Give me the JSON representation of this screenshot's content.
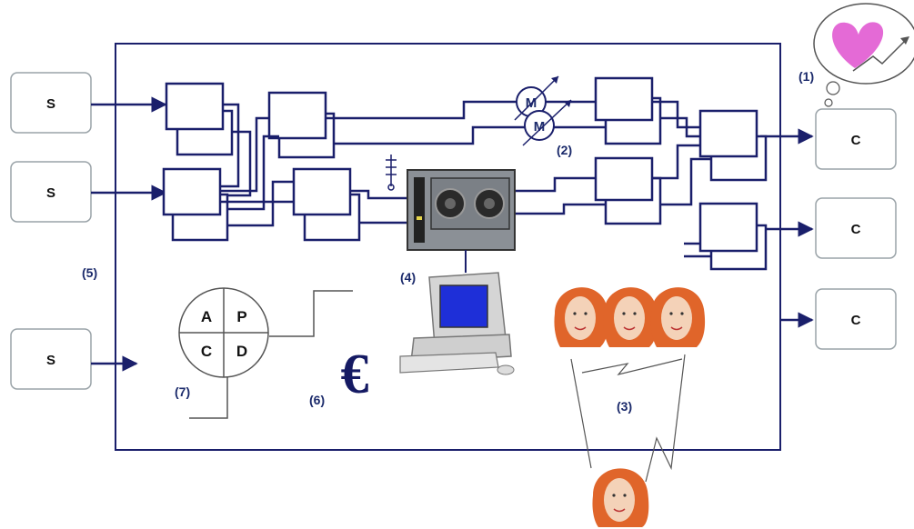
{
  "suppliers": [
    "S",
    "S",
    "S"
  ],
  "customers": [
    "C",
    "C",
    "C"
  ],
  "measure_labels": [
    "M",
    "M"
  ],
  "pdca": {
    "a": "A",
    "p": "P",
    "c": "C",
    "d": "D"
  },
  "currency": "€",
  "annotations": {
    "n1": "(1)",
    "n2": "(2)",
    "n3": "(3)",
    "n4": "(4)",
    "n5": "(5)",
    "n6": "(6)",
    "n7": "(7)"
  },
  "colors": {
    "line": "#1a1f6b",
    "heart": "#e46ad6",
    "hair": "#e0652a",
    "skin": "#f4d2b8",
    "screen": "#1e2fd8"
  }
}
